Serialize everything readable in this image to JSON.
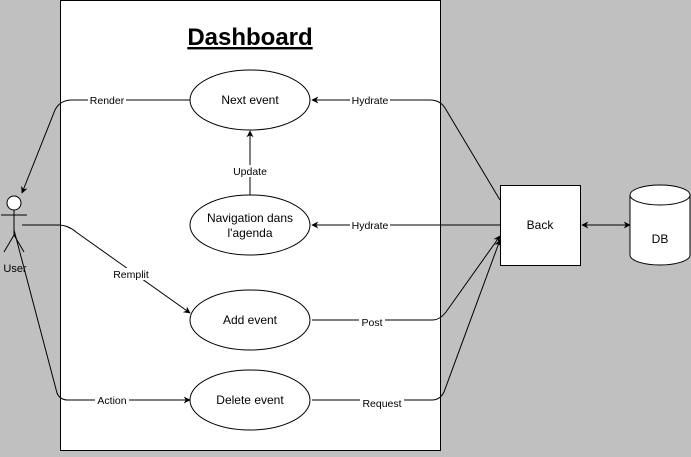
{
  "diagram": {
    "title": "Dashboard",
    "actor": {
      "label": "User"
    },
    "nodes": {
      "next_event": "Next event",
      "navigation_line1": "Navigation dans",
      "navigation_line2": "l'agenda",
      "add_event": "Add event",
      "delete_event": "Delete event",
      "back": "Back",
      "db": "DB"
    },
    "edges": {
      "render": "Render",
      "hydrate_next": "Hydrate",
      "update": "Update",
      "hydrate_nav": "Hydrate",
      "remplit": "Remplit",
      "post": "Post",
      "action": "Action",
      "request": "Request"
    },
    "colors": {
      "background": "#c0c0c0",
      "shape_fill": "#ffffff",
      "stroke": "#000000"
    }
  }
}
